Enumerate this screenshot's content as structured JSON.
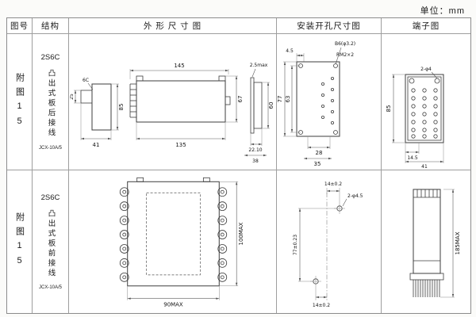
{
  "unit_label": "单位：mm",
  "headers": {
    "fig_no": "图号",
    "structure": "结构",
    "outline": "外 形 尺 寸 图",
    "install": "安装开孔尺寸图",
    "terminal": "端子图"
  },
  "row1": {
    "fig_no": "附图15",
    "structure": {
      "model": "2S6C",
      "desc": "凸出式板后接线",
      "code": "JCX-10A/5"
    },
    "outline": {
      "label_6c": "6C",
      "w25": "25",
      "w41": "41",
      "h85": "85",
      "w145": "145",
      "w135": "135",
      "h67": "67",
      "t25max": "2.5max",
      "h60": "60",
      "b2210": "22.10",
      "b38": "38"
    },
    "install": {
      "t45": "4.5",
      "b6": "B6(φ3.2)",
      "rm2": "RM2×2",
      "h77": "77",
      "h63": "63",
      "w28": "28",
      "w35": "35"
    },
    "terminal": {
      "holes": "2-φ4",
      "h85": "85",
      "w145": "14.5",
      "w41": "41"
    }
  },
  "row2": {
    "fig_no": "附图15",
    "structure": {
      "model": "2S6C",
      "desc": "凸出式板前接线",
      "code": "JCX-10A/5"
    },
    "outline": {
      "w90": "90MAX",
      "h100": "100MAX"
    },
    "install": {
      "t14": "14±0.2",
      "holes": "2-φ4.5",
      "h77": "77±0.23",
      "b14": "14±0.2"
    },
    "terminal": {
      "h185": "185MAX"
    }
  }
}
